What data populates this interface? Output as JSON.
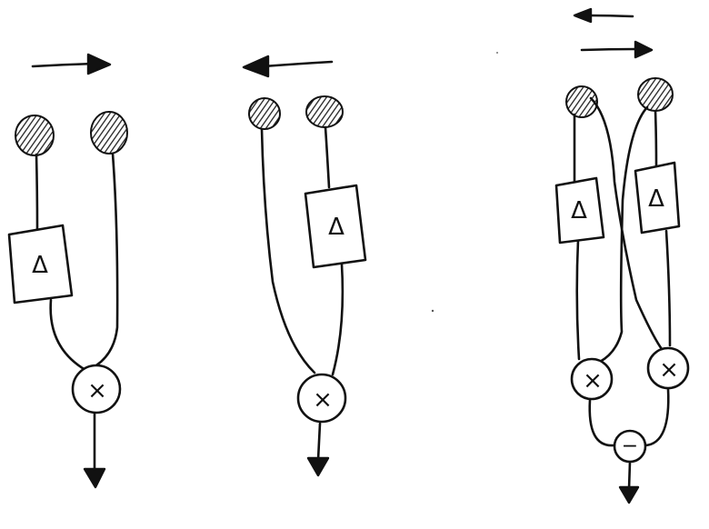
{
  "colors": {
    "ink": "#111111",
    "paper": "#ffffff"
  },
  "symbols": {
    "delta": "Δ",
    "multiply": "×",
    "minus": "−"
  },
  "panels": [
    {
      "id": "left",
      "direction": "right",
      "sources": 2,
      "delta_on": "left",
      "combiner": "multiply"
    },
    {
      "id": "middle",
      "direction": "left",
      "sources": 2,
      "delta_on": "right",
      "combiner": "multiply"
    },
    {
      "id": "right",
      "direction": "both",
      "sources": 2,
      "delta_on": "both",
      "combiner": "multiply-multiply-subtract"
    }
  ]
}
